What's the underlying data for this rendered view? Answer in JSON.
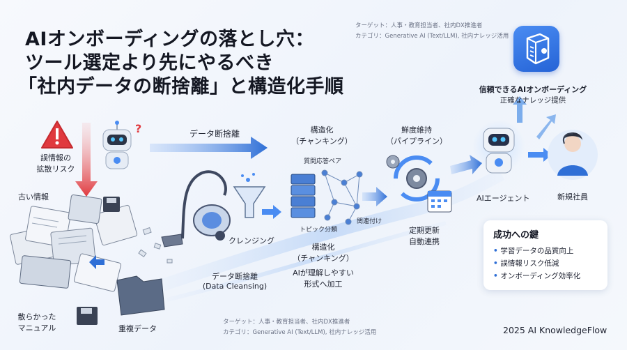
{
  "title": {
    "line1": "AIオンボーディングの落とし穴：",
    "line2": "ツール選定より先にやるべき",
    "line3": "「社内データの断捨離」と構造化手順"
  },
  "meta_top": {
    "target": "ターゲット：人事・教育担当者、社内DX推進者",
    "category": "カテゴリ：Generative AI (Text/LLM), 社内ナレッジ活用"
  },
  "meta_bottom": {
    "target": "ターゲット：人事・教育担当者、社内DX推進者",
    "category": "カテゴリ：Generative AI (Text/LLM), 社内ナレッジ活用"
  },
  "left": {
    "risk_line1": "誤情報の",
    "risk_line2": "拡散リスク",
    "old_info": "古い情報",
    "scattered_line1": "散らかった",
    "scattered_line2": "マニュアル",
    "duplicate": "重複データ"
  },
  "flow": {
    "declutter_top": "データ断捨離",
    "structuring_top_line1": "構造化",
    "structuring_top_line2": "（チャンキング）",
    "qa_pair": "質問応答ペア",
    "relations": "関連付け",
    "topic_class": "トピック分類",
    "freshness_line1": "鮮度維持",
    "freshness_line2": "（パイプライン）",
    "periodic_line1": "定期更新",
    "periodic_line2": "自動連携",
    "cleansing": "クレンジング",
    "structuring_bottom_line1": "構造化",
    "structuring_bottom_line2": "（チャンキング）",
    "ai_readable_line1": "AIが理解しやすい",
    "ai_readable_line2": "形式へ加工",
    "declutter_bottom_line1": "データ断捨離",
    "declutter_bottom_line2": "(Data Cleansing)"
  },
  "right": {
    "reliable_line1": "信頼できるAIオンボーディング",
    "reliable_line2": "正確なナレッジ提供",
    "ai_agent": "AIエージェント",
    "new_employee": "新規社員"
  },
  "keys": {
    "title": "成功への鍵",
    "items": [
      "学習データの品質向上",
      "誤情報リスク低減",
      "オンボーディング効率化"
    ]
  },
  "footer": {
    "brand": "2025 AI KnowledgeFlow"
  },
  "colors": {
    "accent": "#2f6fd6",
    "warning": "#e0393e",
    "arrow": "#3f7fe0"
  }
}
